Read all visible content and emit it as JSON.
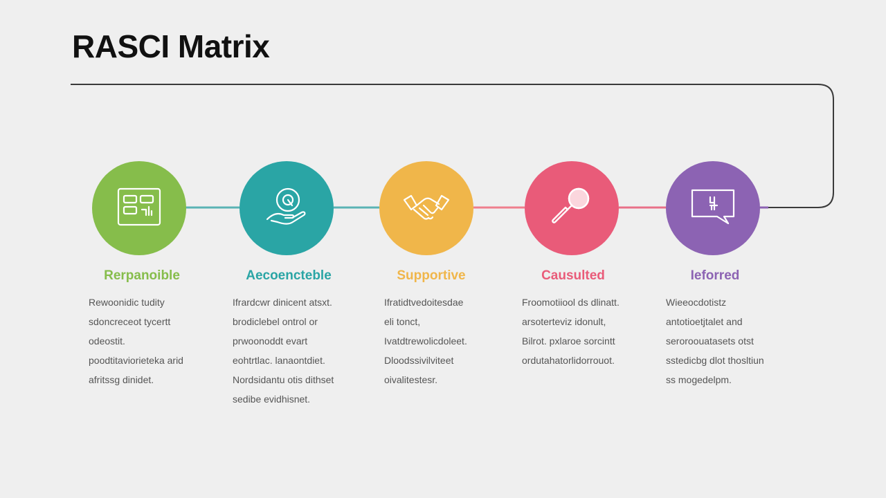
{
  "title": "RASCI Matrix",
  "colors": {
    "responsible": "#86bd4b",
    "accountable": "#2aa5a5",
    "supportive": "#f0b64a",
    "consulted": "#e95b79",
    "informed": "#8c63b3"
  },
  "steps": [
    {
      "heading": "Rerpanoible",
      "icon": "chart-board-icon",
      "lines": [
        "Rewoonidic tudity",
        "sdoncreceot tycertt",
        "odeostit.",
        "poodtitaviorieteka arid",
        "afritssg dinidet."
      ]
    },
    {
      "heading": "Aecoencteble",
      "icon": "hand-holding-target-icon",
      "lines": [
        "Ifrardcwr dinicent atsxt.",
        "brodiclebel ontrol or",
        "prwoonoddt evart",
        "eohtrtlac. lanaontdiet.",
        "Nordsidantu otis dithset",
        "sedibe evidhisnet."
      ]
    },
    {
      "heading": "Supportive",
      "icon": "handshake-icon",
      "lines": [
        "Ifratidtvedoitesdae",
        "eli tonct,",
        "Ivatdtrewolicdoleet.",
        "Dloodssivilviteet",
        "oivalitestesr."
      ]
    },
    {
      "heading": "Causulted",
      "icon": "magnifier-icon",
      "lines": [
        "Froomotiiool ds dlinatt.",
        "arsoterteviz idonult,",
        "Bilrot. pxlaroe sorcintt",
        "ordutahatorlidorrouot."
      ]
    },
    {
      "heading": "Ieforred",
      "icon": "chat-bubble-icon",
      "lines": [
        "Wieeocdotistz",
        "antotioetjtalet and",
        "seroroouatasets otst",
        "sstedicbg dlot thosltiun",
        "ss mogedelpm."
      ]
    }
  ]
}
